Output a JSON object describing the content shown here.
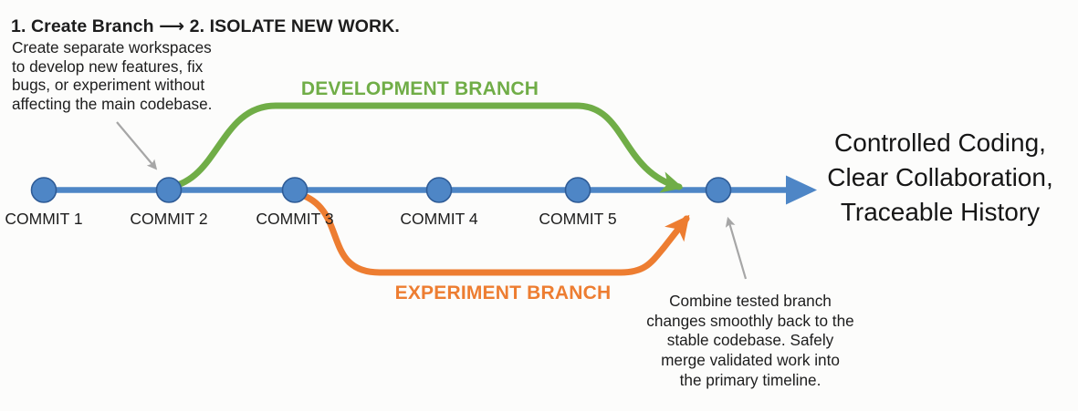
{
  "colors": {
    "timeline_blue": "#4e86c6",
    "node_border_blue": "#2e5b96",
    "branch_green": "#70ad47",
    "branch_orange": "#ed7d31",
    "pointer_gray": "#a6a6a6",
    "text_dark": "#1d1d1d"
  },
  "left_annotation": {
    "heading": "1. Create Branch ⟶ 2. ISOLATE NEW WORK.",
    "body_lines": [
      "Create separate workspaces",
      "to develop new features, fix",
      "bugs, or experiment without",
      "affecting the main codebase."
    ]
  },
  "timeline": {
    "commits": [
      "COMMIT 1",
      "COMMIT 2",
      "COMMIT 3",
      "COMMIT 4",
      "COMMIT 5"
    ]
  },
  "branches": {
    "development_label": "DEVELOPMENT BRANCH",
    "experiment_label": "EXPERIMENT BRANCH"
  },
  "outcome": {
    "lines": [
      "Controlled Coding,",
      "Clear Collaboration,",
      "Traceable History"
    ]
  },
  "merge_annotation": {
    "lines": [
      "Combine tested branch",
      "changes smoothly back to the",
      "stable codebase. Safely",
      "merge validated work into",
      "the primary timeline."
    ]
  }
}
